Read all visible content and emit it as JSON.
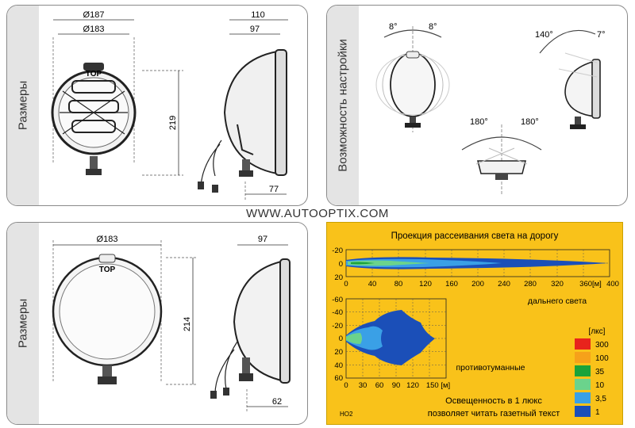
{
  "watermark": "WWW.AUTOOPTIX.COM",
  "panel_top_left": {
    "side_label": "Размеры",
    "dims": {
      "d1": "Ø187",
      "d2": "Ø183",
      "height": "219",
      "depth": "110",
      "depth2": "97",
      "bracket": "77"
    },
    "top_mark": "TOP"
  },
  "panel_top_right": {
    "side_label": "Возможность настройки",
    "angles": {
      "left_a": "8°",
      "left_b": "8°",
      "right_a": "140°",
      "right_b": "7°",
      "bottom_a": "180°",
      "bottom_b": "180°"
    }
  },
  "panel_bottom_left": {
    "side_label": "Размеры",
    "dims": {
      "d1": "Ø183",
      "height": "214",
      "depth": "97",
      "bracket": "62"
    },
    "top_mark": "TOP"
  },
  "light_chart": {
    "title": "Проекция рассеивания света на дорогу",
    "high_beam_label": "дальнего света",
    "fog_label": "противотуманные",
    "top_x_ticks": [
      "0",
      "40",
      "80",
      "120",
      "160",
      "200",
      "240",
      "280",
      "320",
      "360[м]",
      "400"
    ],
    "top_y_ticks": [
      "-20",
      "0",
      "20"
    ],
    "bottom_x_ticks": [
      "0",
      "30",
      "60",
      "90",
      "120",
      "150 [м]"
    ],
    "bottom_y_ticks": [
      "-60",
      "-40",
      "-20",
      "0",
      "20",
      "40",
      "60"
    ],
    "legend_title": "[лкс]",
    "legend": [
      {
        "value": "300",
        "color": "#e8231c"
      },
      {
        "value": "100",
        "color": "#f6a11a"
      },
      {
        "value": "35",
        "color": "#1aa33a"
      },
      {
        "value": "10",
        "color": "#6bd38c"
      },
      {
        "value": "3,5",
        "color": "#3aa0e6"
      },
      {
        "value": "1",
        "color": "#1b4fb8"
      }
    ],
    "note_line1": "Освещенность в 1 люкс",
    "note_line2": "позволяет читать газетный текст",
    "code": "HO2"
  }
}
